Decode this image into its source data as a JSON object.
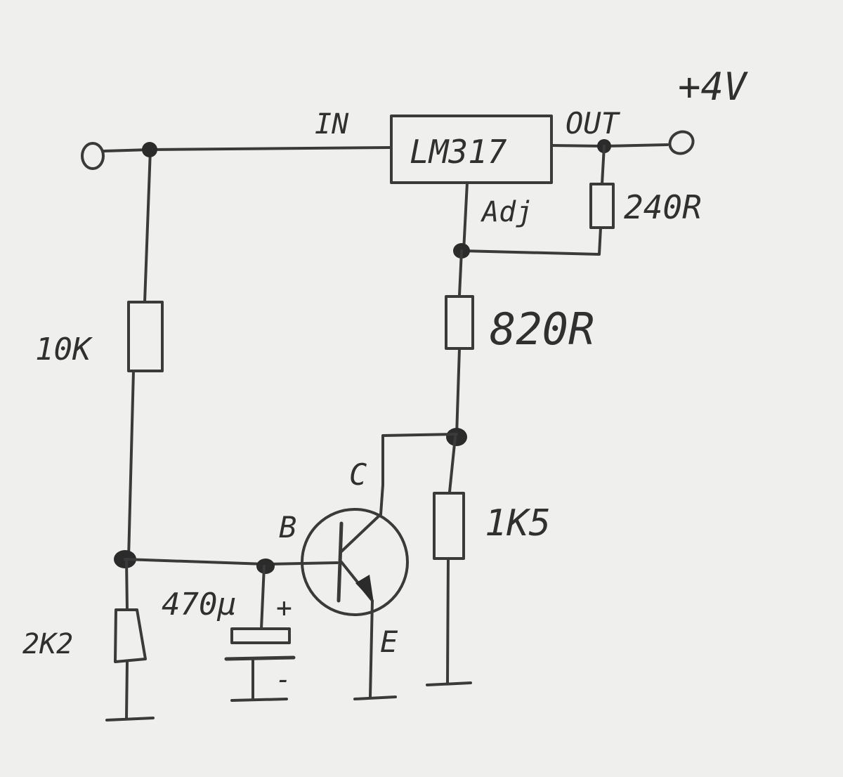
{
  "diagram": {
    "labels": {
      "pin_in": "IN",
      "regulator": "LM317",
      "pin_out": "OUT",
      "output_voltage": "+4V",
      "pin_adj": "Adj",
      "r_240": "240R",
      "r_820": "820R",
      "r_10k": "10K",
      "r_1k5": "1K5",
      "r_2k2": "2K2",
      "capacitor": "470µ",
      "cap_plus": "+",
      "cap_minus": "-",
      "collector": "C",
      "base": "B",
      "emitter": "E"
    }
  }
}
